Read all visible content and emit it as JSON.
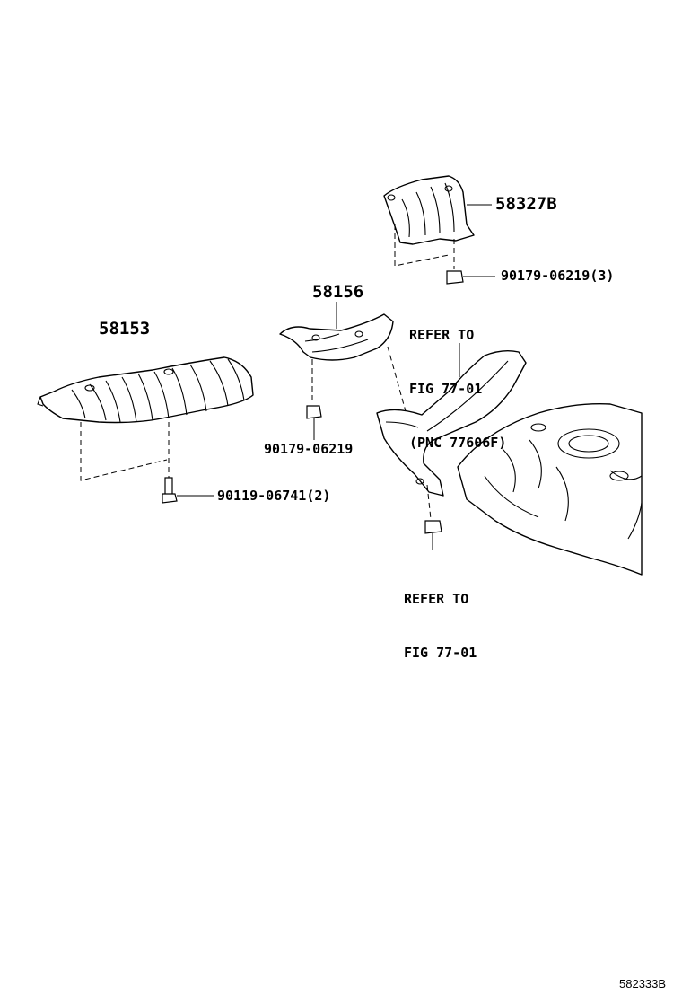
{
  "parts": [
    {
      "id": "heat-insulator-front",
      "number": "58153"
    },
    {
      "id": "heat-insulator-center",
      "number": "58156"
    },
    {
      "id": "heat-insulator-rear",
      "number": "58327B"
    }
  ],
  "fasteners": [
    {
      "id": "bolt",
      "number": "90119-06741(2)"
    },
    {
      "id": "nut-center",
      "number": "90179-06219"
    },
    {
      "id": "nut-rear",
      "number": "90179-06219(3)"
    }
  ],
  "references": [
    {
      "id": "ref-upper",
      "lines": [
        "REFER TO",
        "FIG 77-01",
        "(PNC 77606F)"
      ]
    },
    {
      "id": "ref-lower",
      "lines": [
        "REFER TO",
        "FIG 77-01"
      ]
    }
  ],
  "figure_code": "582333B"
}
